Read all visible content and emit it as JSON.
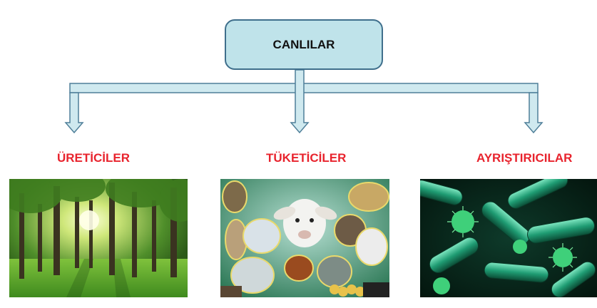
{
  "root": {
    "label": "CANLILAR"
  },
  "categories": [
    {
      "id": "producers",
      "label": "ÜRETİCİLER",
      "image": "forest-photo"
    },
    {
      "id": "consumers",
      "label": "TÜKETİCİLER",
      "image": "animals-collage"
    },
    {
      "id": "decomposers",
      "label": "AYRIŞTIRICILAR",
      "image": "bacteria-microscope"
    }
  ],
  "colors": {
    "root_fill": "#bfe3ea",
    "root_border": "#3f6f8c",
    "connector_fill": "#cfe9ef",
    "connector_stroke": "#4f7f99",
    "label": "#e8232d"
  }
}
